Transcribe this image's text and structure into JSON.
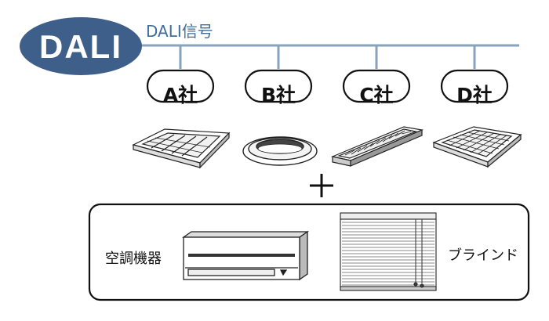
{
  "title": "DALI",
  "signal_label": "DALI信号",
  "companies": [
    "A社",
    "B社",
    "C社",
    "D社"
  ],
  "plus": "+",
  "aircon_label": "空調機器",
  "blind_label": "ブラインド",
  "colors": {
    "ellipse": "#3e5f8a",
    "bus_line": "#8aa3bd",
    "signal_text": "#3f6e9a"
  }
}
